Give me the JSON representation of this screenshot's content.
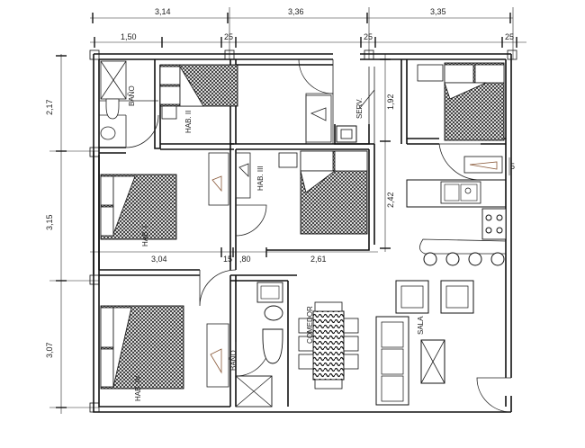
{
  "dimensions": {
    "top_outer": [
      "3,14",
      "3,36",
      "3,35"
    ],
    "top_inner": [
      "1,50",
      "25",
      "25",
      "25"
    ],
    "left": [
      "2,17",
      "3,15",
      "3,07"
    ],
    "right": [
      "1,92",
      "2,42"
    ],
    "right_small": "5",
    "mid_row": [
      "3,04",
      "15",
      ",80",
      "2,61"
    ]
  },
  "rooms": {
    "bano_top": "BAÑO",
    "hab_ii": "HAB. II",
    "hab_iii": "HAB. III",
    "hab_i": "HAB. I",
    "hab_iv": "HAB. IV",
    "serv": "SERV.",
    "bano_bottom": "BAÑO",
    "comedor": "COMEDOR",
    "sala": "SALA"
  },
  "colors": {
    "line": "#111111",
    "hatch": "#333333",
    "background": "#ffffff"
  }
}
